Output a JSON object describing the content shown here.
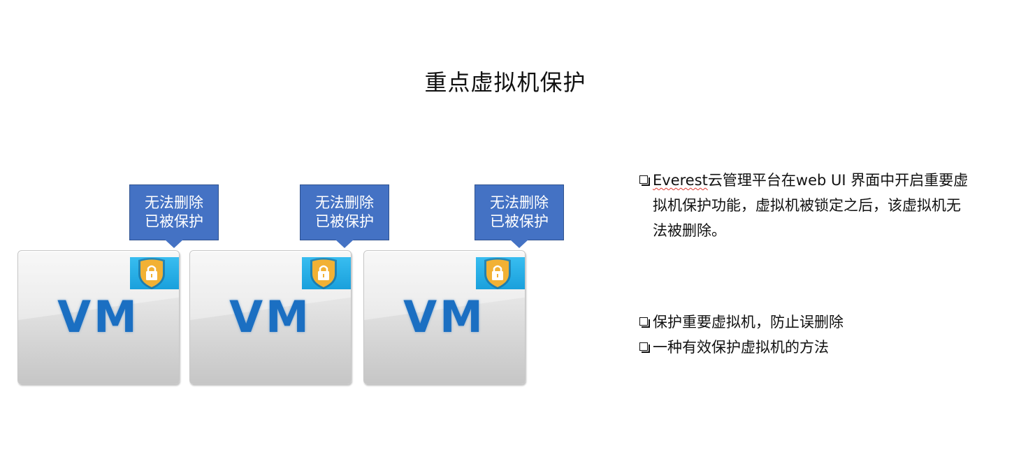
{
  "slide": {
    "title": "重点虚拟机保护"
  },
  "callouts": [
    {
      "line1": "无法删除",
      "line2": "已被保护"
    },
    {
      "line1": "无法删除",
      "line2": "已被保护"
    },
    {
      "line1": "无法删除",
      "line2": "已被保护"
    }
  ],
  "vms": [
    {
      "label": "VM",
      "icon": "lock-shield-icon"
    },
    {
      "label": "VM",
      "icon": "lock-shield-icon"
    },
    {
      "label": "VM",
      "icon": "lock-shield-icon"
    }
  ],
  "bullets": {
    "first": {
      "brand": "Everest",
      "line1_rest": "云管理平台在web UI 界面中开启重要虚",
      "line2": "拟机保护功能，虚拟机被锁定之后，该虚拟机无",
      "line3": "法被删除。"
    },
    "second": "保护重要虚拟机，防止误删除",
    "third": "一种有效保护虚拟机的方法"
  },
  "colors": {
    "callout_fill": "#4472c4",
    "vm_text": "#1b6fc2",
    "badge_bg": "#1aa0dc",
    "shield": "#f2b134"
  }
}
